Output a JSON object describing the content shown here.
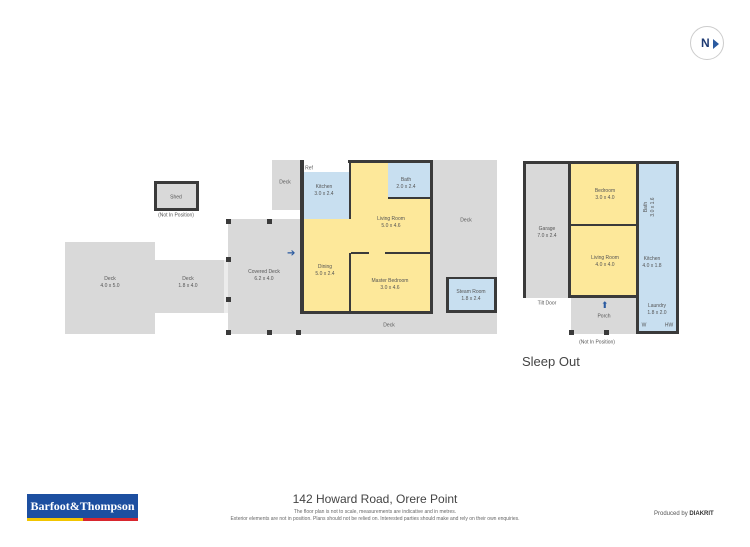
{
  "compass": {
    "label": "N"
  },
  "main_house": {
    "shed": {
      "name": "Shed",
      "note": "(Not In Position)"
    },
    "deck_left": {
      "name": "Deck",
      "size": "4.0 x 5.0"
    },
    "deck_middle": {
      "name": "Deck",
      "size": "1.8 x 4.0"
    },
    "covered_deck": {
      "name": "Covered Deck",
      "size": "6.2 x 4.0"
    },
    "deck_top": {
      "name": "Deck"
    },
    "ref": "Ref",
    "kitchen": {
      "name": "Kitchen",
      "size": "3.0 x 2.4"
    },
    "living_room": {
      "name": "Living Room",
      "size": "5.0 x 4.6"
    },
    "bath": {
      "name": "Bath",
      "size": "2.0 x 2.4"
    },
    "dining": {
      "name": "Dining",
      "size": "5.0 x 2.4"
    },
    "master_bedroom": {
      "name": "Master Bedroom",
      "size": "3.0 x 4.6"
    },
    "deck_right": {
      "name": "Deck"
    },
    "steam_room": {
      "name": "Steam Room",
      "size": "1.8 x 2.4"
    },
    "deck_bottom": {
      "name": "Deck"
    }
  },
  "sleep_out": {
    "title": "Sleep Out",
    "garage": {
      "name": "Garage",
      "size": "7.0 x 2.4"
    },
    "bedroom": {
      "name": "Bedroom",
      "size": "3.0 x 4.0"
    },
    "bath": {
      "name": "Bath",
      "size": "3.0 x 1.6"
    },
    "living_room": {
      "name": "Living Room",
      "size": "4.0 x 4.0"
    },
    "kitchen": {
      "name": "Kitchen",
      "size": "4.0 x 1.8"
    },
    "laundry": {
      "name": "Laundry",
      "size": "1.8 x 2.0"
    },
    "porch": {
      "name": "Porch"
    },
    "tilt_door": "Tilt Door",
    "note": "(Not In Position)",
    "w": "W",
    "hw": "HW"
  },
  "footer": {
    "logo": "Barfoot&Thompson",
    "address": "142 Howard Road, Orere Point",
    "disclaimer_1": "The floor plan is not to scale, measurements are indicative and in metres.",
    "disclaimer_2": "Exterior elements are not in position. Plans should not be relied on. Interested parties should make and rely on their own enquiries.",
    "produced_by": "Produced by",
    "producer": "DIAKRIT"
  },
  "colors": {
    "living": "#fde89a",
    "wet": "#c8dff0",
    "outdoor": "#d9d9d9",
    "wall": "#3a3a3a",
    "brand": "#1d4fa0",
    "entry_arrow": "#2a5aa0"
  }
}
